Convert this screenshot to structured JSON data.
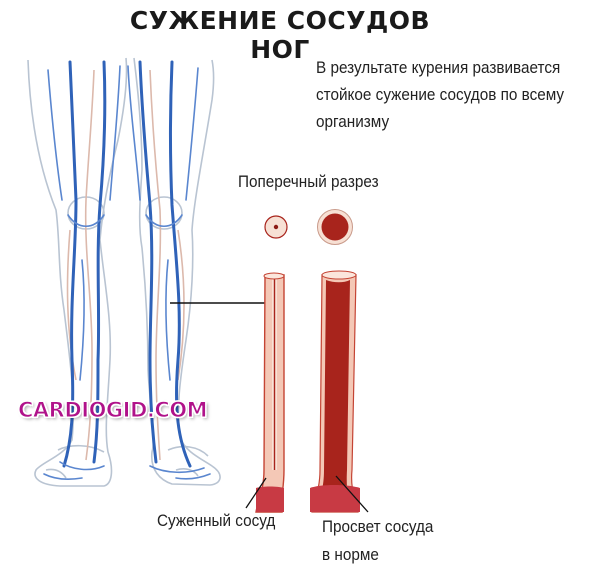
{
  "title": "СУЖЕНИЕ СОСУДОВ НОГ",
  "description": "В результате курения развивается стойкое сужение сосудов по всему организму",
  "cross_section_label": "Поперечный разрез",
  "narrowed_label": "Суженный сосуд",
  "normal_label_line1": "Просвет сосуда",
  "normal_label_line2": "в норме",
  "watermark": "CARDIOGID.COM",
  "colors": {
    "vein": "#2f62b8",
    "artery_wall": "#a8241c",
    "vessel_outer": "#f4c8b6",
    "skin_outline": "#b9c4d2"
  }
}
